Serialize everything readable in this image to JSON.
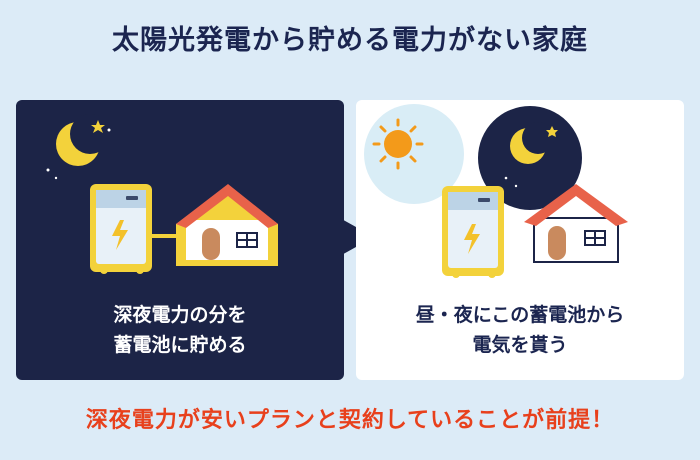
{
  "title": "太陽光発電から貯める電力がない家庭",
  "left_panel": {
    "caption_line1": "深夜電力の分を",
    "caption_line2": "蓄電池に貯める",
    "icons": [
      "moon-icon",
      "star-icon",
      "battery-icon",
      "house-icon"
    ]
  },
  "right_panel": {
    "caption_line1": "昼・夜にこの蓄電池から",
    "caption_line2": "電気を貰う",
    "icons": [
      "sun-icon",
      "moon-icon",
      "battery-icon",
      "house-icon"
    ]
  },
  "footer_note": "深夜電力が安いプランと契約していることが前提！",
  "colors": {
    "background": "#dcebf7",
    "night_panel": "#1c2447",
    "day_panel": "#ffffff",
    "accent_yellow": "#f3d23b",
    "roof": "#e8624a",
    "footer_text": "#e8401c",
    "title_text": "#1b2550"
  }
}
